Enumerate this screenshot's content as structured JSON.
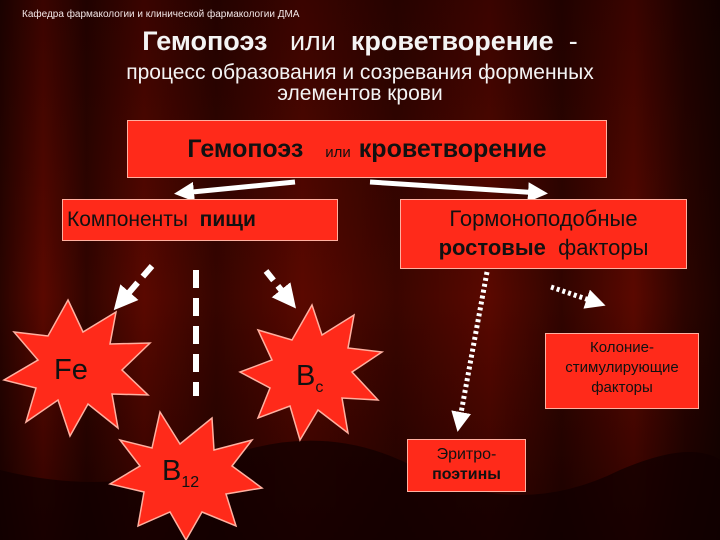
{
  "header": {
    "caption": "Кафедра фармакологии и клинической фармакологии ДМА"
  },
  "title": {
    "word_1": "Гемопоэз",
    "word_or": "или",
    "word_2": "кроветворение",
    "dash": "-",
    "subtitle_line_1": "процесс образования и созревания форменных",
    "subtitle_line_2": "элементов крови"
  },
  "center_box": {
    "word_1": "Гемопоэз",
    "word_or": "или",
    "word_2": "кроветворение"
  },
  "components_box": {
    "text": "Компоненты",
    "bold": "пищи"
  },
  "hormone_box": {
    "line_1": "Гормоноподобные",
    "bold": "ростовые",
    "rest": "факторы"
  },
  "stars": {
    "fe": "Fe",
    "bc_main": "B",
    "bc_sub": "c",
    "b12_main": "B",
    "b12_sub": "12"
  },
  "colony_box": {
    "line_1": "Колоние-",
    "line_2": "стимулирующие",
    "line_3": "факторы"
  },
  "erythro_box": {
    "line_1": "Эритро-",
    "line_2": "поэтины"
  },
  "colors": {
    "background": "#2a0200",
    "box_fill": "#ff2a1a",
    "title_text": "#f4f4f4",
    "arrow": "#ffffff"
  }
}
